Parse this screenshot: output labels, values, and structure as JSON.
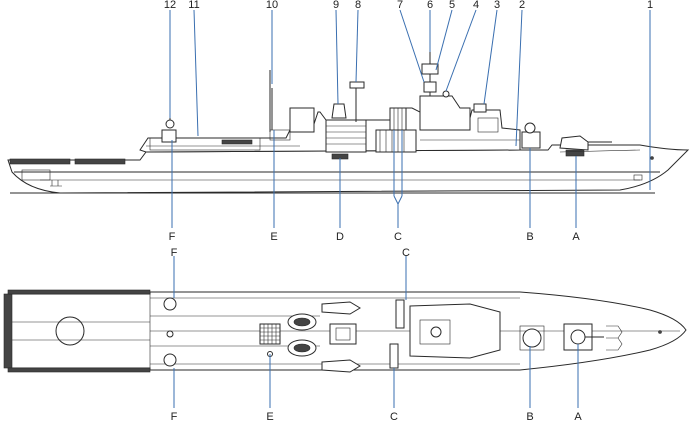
{
  "diagram": {
    "number_callouts": [
      "1",
      "2",
      "3",
      "4",
      "5",
      "6",
      "7",
      "8",
      "9",
      "10",
      "11",
      "12"
    ],
    "letter_callouts_profile": [
      "A",
      "B",
      "C",
      "D",
      "E",
      "F"
    ],
    "letter_callouts_plan": [
      "A",
      "B",
      "C",
      "C",
      "E",
      "F",
      "F"
    ],
    "colors": {
      "line": "#2a2a2a",
      "callout": "#3a6fb0",
      "background": "#ffffff",
      "dark_fill": "#444444"
    }
  }
}
